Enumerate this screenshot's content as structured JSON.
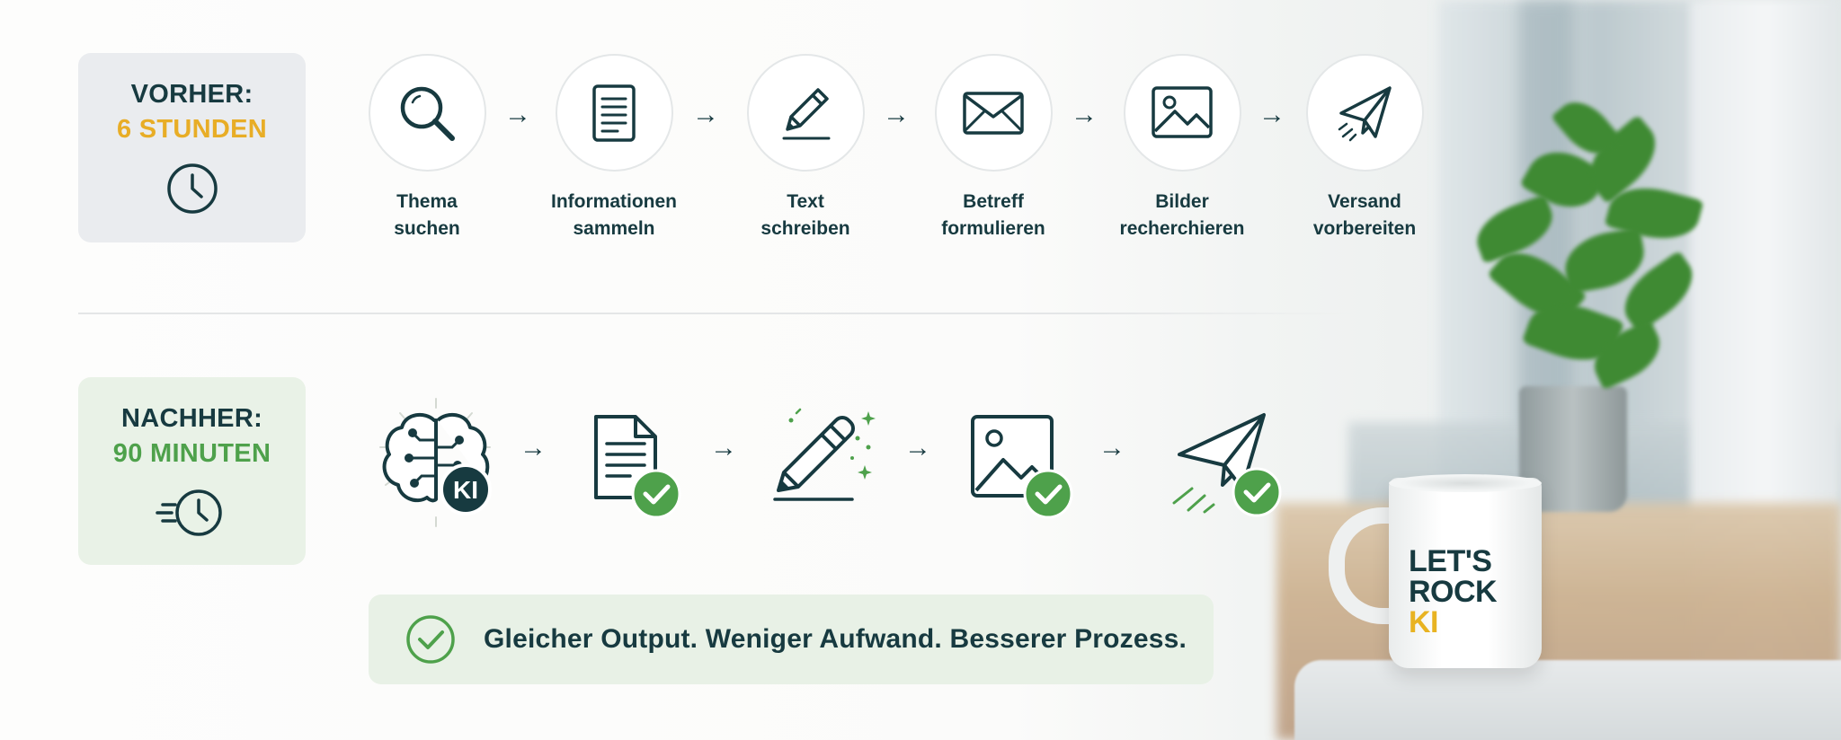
{
  "before": {
    "title": "VORHER:",
    "time": "6 STUNDEN",
    "icon": "clock-icon",
    "steps": [
      {
        "line1": "Thema",
        "line2": "suchen",
        "icon": "magnifier-icon"
      },
      {
        "line1": "Informationen",
        "line2": "sammeln",
        "icon": "document-icon"
      },
      {
        "line1": "Text",
        "line2": "schreiben",
        "icon": "pencil-icon"
      },
      {
        "line1": "Betreff",
        "line2": "formulieren",
        "icon": "envelope-icon"
      },
      {
        "line1": "Bilder",
        "line2": "recherchieren",
        "icon": "image-icon"
      },
      {
        "line1": "Versand",
        "line2": "vorbereiten",
        "icon": "paper-plane-icon"
      }
    ]
  },
  "after": {
    "title": "NACHHER:",
    "time": "90 MINUTEN",
    "icon": "fast-clock-icon",
    "ai_badge": "KI",
    "steps": [
      {
        "icon": "ai-brain-icon"
      },
      {
        "icon": "document-check-icon"
      },
      {
        "icon": "pencil-sparkle-icon"
      },
      {
        "icon": "image-check-icon"
      },
      {
        "icon": "paper-plane-check-icon"
      }
    ]
  },
  "banner": {
    "text": "Gleicher Output. Weniger Aufwand. Besserer Prozess.",
    "icon": "check-circle-icon"
  },
  "mug": {
    "line1": "LET'S",
    "line2": "ROCK",
    "accent": "KI"
  },
  "colors": {
    "navy": "#173a40",
    "gold": "#e8ad26",
    "green": "#4ea14b"
  }
}
